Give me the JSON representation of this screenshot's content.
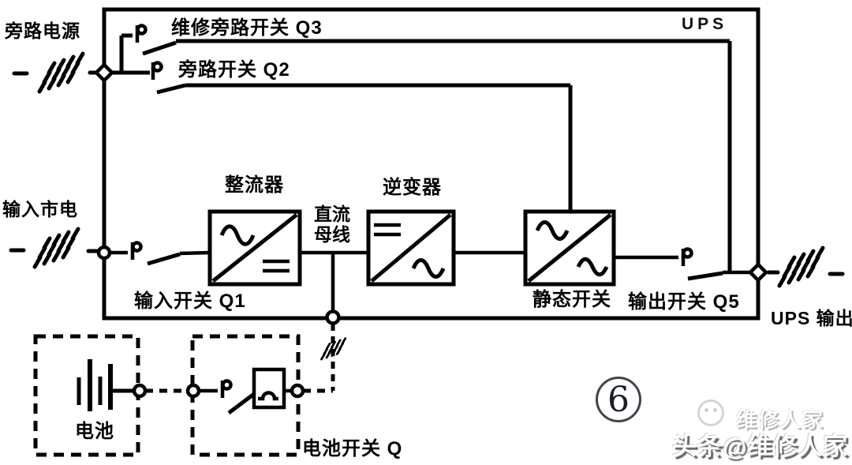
{
  "labels": {
    "bypass_source": "旁路电源",
    "q3": "维修旁路开关 Q3",
    "q2": "旁路开关 Q2",
    "ups": "UPS",
    "mains": "输入市电",
    "rectifier": "整流器",
    "dc_bus_1": "直流",
    "dc_bus_2": "母线",
    "inverter": "逆变器",
    "static_switch": "静态开关",
    "q1": "输入开关 Q1",
    "q5": "输出开关 Q5",
    "ups_output": "UPS 输出",
    "battery": "电池",
    "battery_switch": "电池开关 Q"
  },
  "figure": {
    "number": "6"
  },
  "watermark": {
    "faint": "维修人家",
    "main": "头条@维修人家"
  },
  "icons": [
    "utility-hatch-icon",
    "ac-sine-icon",
    "dc-bars-icon",
    "battery-cells-icon",
    "fuse-icon",
    "switch-contact-icon",
    "node-icon",
    "smiley-logo-icon"
  ],
  "colors": {
    "line": "#000000",
    "text": "#000000",
    "watermark_shadow": "#5f5f5f",
    "figure_ring": "#43434b"
  }
}
